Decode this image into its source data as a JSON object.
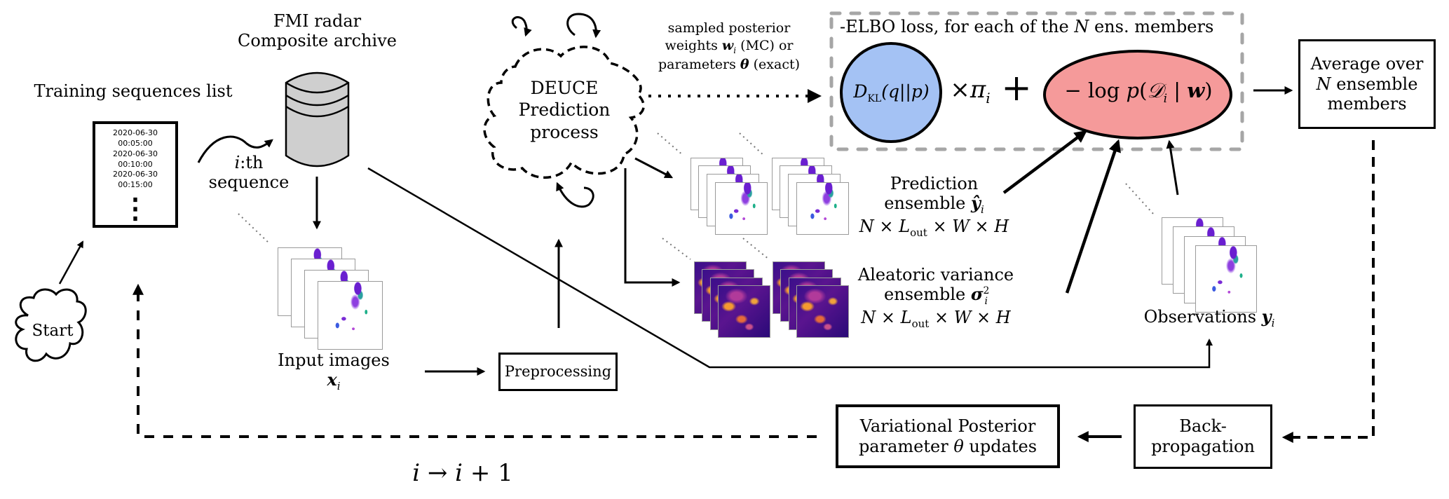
{
  "diagram": {
    "training_list": {
      "title": "Training sequences list",
      "entries": [
        "2020-06-30 00:05:00",
        "2020-06-30 00:10:00",
        "2020-06-30 00:15:00"
      ],
      "ellipsis": "⋮"
    },
    "archive": {
      "title_line1": "FMI radar",
      "title_line2": "Composite archive"
    },
    "ith_sequence": {
      "line1": "i",
      "line1_suffix": ":th",
      "line2": "sequence"
    },
    "start": {
      "label": "Start"
    },
    "input_images": {
      "label": "Input images",
      "symbol": "x",
      "subscript": "i"
    },
    "preprocessing": {
      "label": "Preprocessing"
    },
    "deuce": {
      "line1": "DEUCE",
      "line2": "Prediction",
      "line3": "process"
    },
    "sampled_weights": {
      "line1": "sampled posterior",
      "line2_pre": "weights ",
      "line2_sym": "w",
      "line2_sub": "i",
      "line2_post": " (MC) or",
      "line3_pre": "parameters ",
      "line3_sym": "θ",
      "line3_post": " (exact)"
    },
    "elbo": {
      "title_pre": "-ELBO loss, for each of the ",
      "title_N": "N",
      "title_post": " ens. members",
      "kl_term": "D",
      "kl_sub": "KL",
      "kl_args": "(q||p)",
      "times_pi": "×π",
      "pi_sub": "i",
      "plus": "+",
      "nll_pre": "− log ",
      "nll_p": "p",
      "nll_open": "(",
      "nll_D": "𝒟",
      "nll_D_sub": "i",
      "nll_bar": " | ",
      "nll_w": "w",
      "nll_close": ")",
      "colors": {
        "kl_fill": "#a4c2f4",
        "nll_fill": "#f59a9a",
        "frame": "#a6a6a6"
      }
    },
    "average": {
      "line1": "Average over",
      "line2_N": "N",
      "line2": " ensemble",
      "line3": "members"
    },
    "prediction": {
      "line1": "Prediction",
      "line2_pre": "ensemble ",
      "line2_sym": "ŷ",
      "line2_sub": "i",
      "dims": "N × L",
      "dims_sub": "out",
      "dims_post": " × W × H"
    },
    "variance": {
      "line1": "Aleatoric variance",
      "line2_pre": "ensemble ",
      "line2_sym": "σ",
      "line2_sup": "2",
      "line2_sub": "i",
      "dims": "N × L",
      "dims_sub": "out",
      "dims_post": " × W × H"
    },
    "observations": {
      "label": "Observations ",
      "symbol": "y",
      "subscript": "i"
    },
    "variational": {
      "line1": "Variational Posterior",
      "line2_pre": "parameter ",
      "line2_sym": "θ",
      "line2_post": " updates"
    },
    "backprop": {
      "line1": "Back-",
      "line2": "propagation"
    },
    "iteration": {
      "text_i": "i",
      "arrow": " → ",
      "text_next": "i",
      "plus_one": " + 1"
    }
  }
}
